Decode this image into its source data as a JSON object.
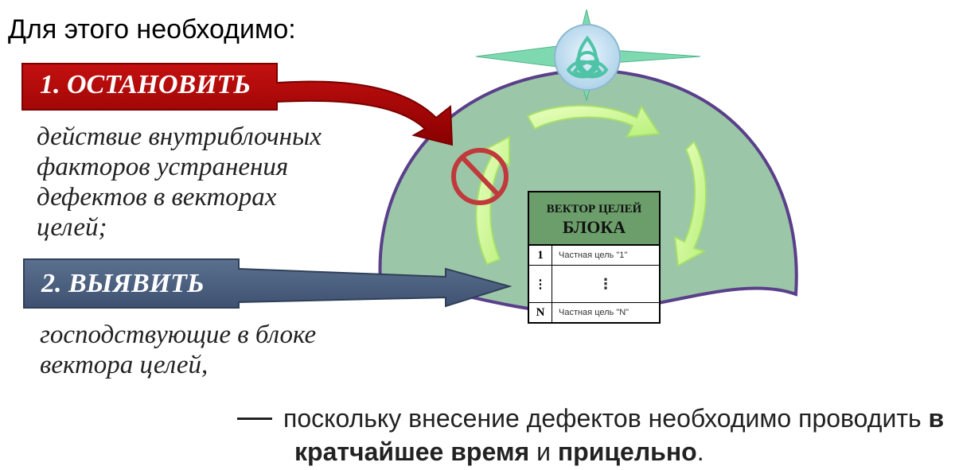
{
  "intro": "Для этого необходимо:",
  "step1": {
    "label": "1. ОСТАНОВИТЬ",
    "lines": [
      "действие внутриблочных",
      "факторов устранения",
      "дефектов в векторах",
      "целей;"
    ]
  },
  "step2": {
    "label": "2. ВЫЯВИТЬ",
    "lines": [
      "господствующие в блоке",
      "вектора целей,"
    ]
  },
  "goal_table": {
    "title_line1": "ВЕКТОР ЦЕЛЕЙ",
    "title_line2": "БЛОКА",
    "rows": [
      {
        "num": "1",
        "text": "Частная цель \"1\""
      },
      {
        "num": "⋮",
        "text": "⋮"
      },
      {
        "num": "N",
        "text": "Частная цель \"N\""
      }
    ]
  },
  "conclusion": {
    "part1": "поскольку внесение дефектов необходимо проводить ",
    "bold1": "в",
    "bold2": "кратчайшее время",
    "part2": " и ",
    "bold3": "прицельно",
    "part3": "."
  },
  "colors": {
    "red_arrow": "#b00000",
    "blue_arrow": "#4a5f7d",
    "dome_fill": "#9cc6a8",
    "dome_stroke": "#5a3f8a",
    "cycle_arrows": "#d9f7a8",
    "prohibit": "#c0393b",
    "table_header": "#6b9e6b",
    "compass": "#7fd9b0"
  },
  "icons": [
    "triquetra-icon",
    "prohibition-icon",
    "compass-star-icon"
  ]
}
